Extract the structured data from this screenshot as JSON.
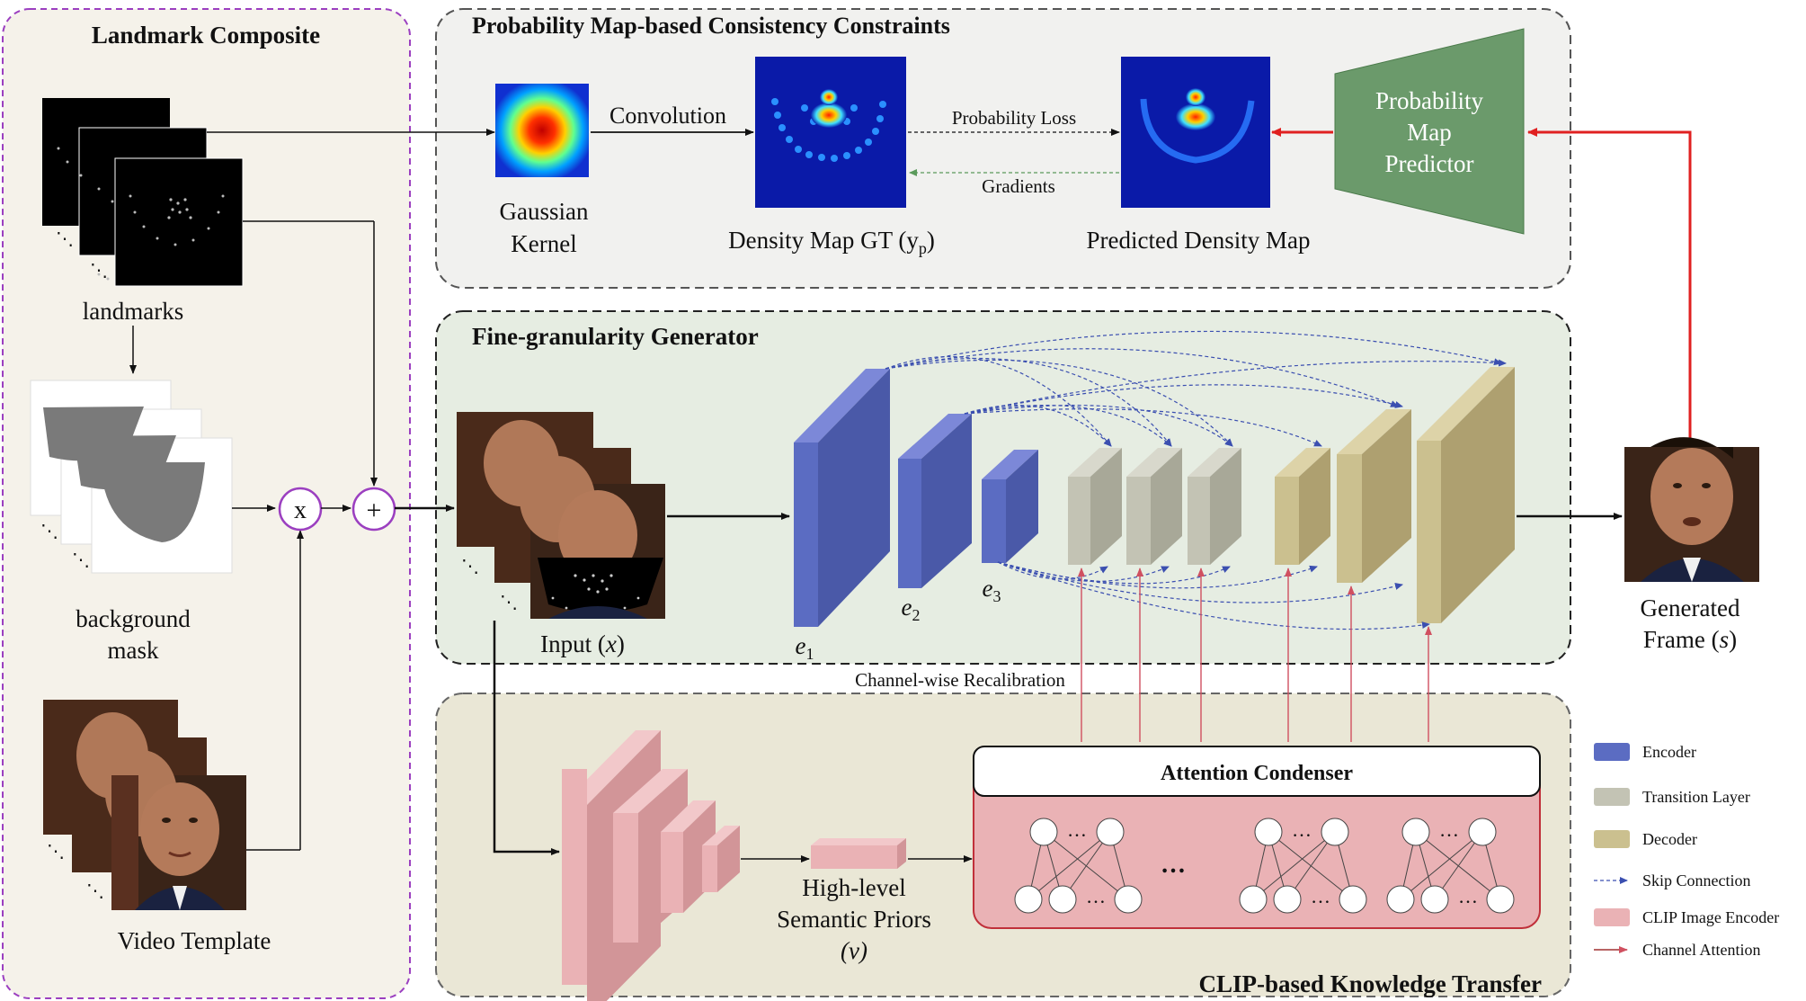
{
  "panels": {
    "landmark": {
      "title": "Landmark Composite",
      "landmarks_label": "landmarks",
      "mask_label_1": "background",
      "mask_label_2": "mask",
      "video_label": "Video Template",
      "multiply_symbol": "x",
      "add_symbol": "+"
    },
    "probability": {
      "title": "Probability Map-based Consistency Constraints",
      "gaussian_label_1": "Gaussian",
      "gaussian_label_2": "Kernel",
      "convolution": "Convolution",
      "density_gt": "Density Map GT (y",
      "density_gt_sub": "p",
      "density_gt_close": ")",
      "prob_loss": "Probability Loss",
      "gradients": "Gradients",
      "predicted": "Predicted Density Map",
      "predictor_1": "Probability",
      "predictor_2": "Map",
      "predictor_3": "Predictor"
    },
    "generator": {
      "title": "Fine-granularity Generator",
      "input_label": "Input (",
      "input_var": "x",
      "input_close": ")",
      "e1": "e",
      "e1_sub": "1",
      "e2": "e",
      "e2_sub": "2",
      "e3": "e",
      "e3_sub": "3",
      "recalibration": "Channel-wise Recalibration"
    },
    "output": {
      "label_1": "Generated",
      "label_2": "Frame (",
      "label_var": "s",
      "label_close": ")"
    },
    "clip": {
      "title": "CLIP-based Knowledge Transfer",
      "attention": "Attention Condenser",
      "priors_1": "High-level",
      "priors_2": "Semantic Priors",
      "priors_3": "(v)",
      "dots": "…",
      "ellipsis_big": "…"
    }
  },
  "legend": [
    {
      "label": "Encoder",
      "color": "#5b6cc2",
      "kind": "box"
    },
    {
      "label": "Transition Layer",
      "color": "#c3c3b4",
      "kind": "box"
    },
    {
      "label": "Decoder",
      "color": "#cbc08f",
      "kind": "box"
    },
    {
      "label": "Skip Connection",
      "color": "#3b4fb0",
      "kind": "dashed"
    },
    {
      "label": "CLIP Image Encoder",
      "color": "#eab2b5",
      "kind": "box"
    },
    {
      "label": "Channel Attention",
      "color": "#a03030",
      "kind": "arrow"
    }
  ],
  "colors": {
    "landmark_bg": "#f5f2ea",
    "landmark_border": "#9b3fc0",
    "prob_bg": "#f1f1ef",
    "gen_bg": "#e6ede2",
    "clip_bg": "#eae7d6",
    "encoder": "#5b6cc2",
    "transition": "#c3c3b4",
    "decoder": "#cbc08f",
    "clip": "#eab2b5",
    "predictor": "#6b9a6b",
    "red_arrow": "#e02020"
  }
}
